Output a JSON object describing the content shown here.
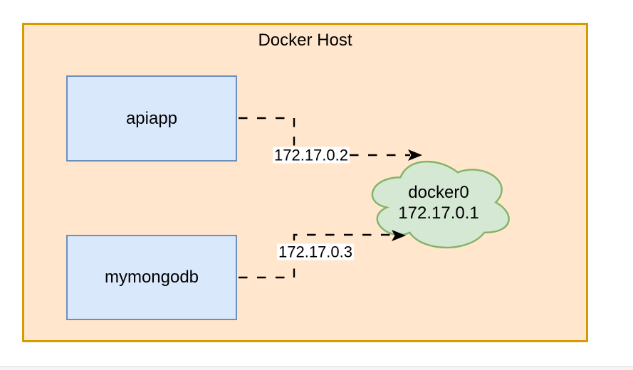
{
  "diagram": {
    "host": {
      "label": "Docker Host"
    },
    "containers": [
      {
        "label": "apiapp",
        "ip_label": "172.17.0.2"
      },
      {
        "label": "mymongodb",
        "ip_label": "172.17.0.3"
      }
    ],
    "bridge": {
      "name": "docker0",
      "ip": "172.17.0.1"
    },
    "colors": {
      "host_fill": "#ffe6cc",
      "host_border": "#d79b00",
      "node_fill": "#dae8fc",
      "node_border": "#6c8ebf",
      "cloud_fill": "#d5e8d4",
      "cloud_border": "#82b366",
      "connector": "#000000",
      "label_bg": "#ffffff"
    }
  }
}
